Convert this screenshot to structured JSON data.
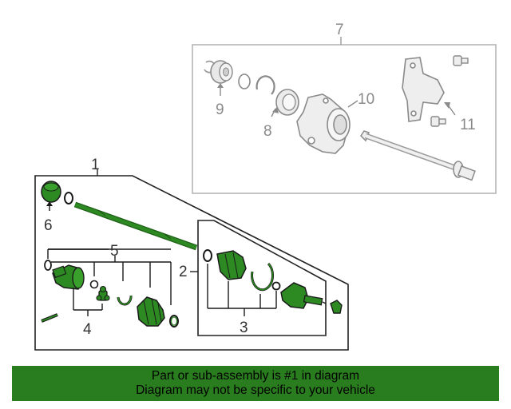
{
  "callouts": {
    "c1": "1",
    "c2": "2",
    "c3": "3",
    "c4": "4",
    "c5": "5",
    "c6": "6",
    "c7": "7",
    "c8": "8",
    "c9": "9",
    "c10": "10",
    "c11": "11"
  },
  "banner": {
    "line1": "Part or sub-assembly is #1 in diagram",
    "line2": "Diagram may not be specific to your vehicle"
  },
  "colors": {
    "highlight_green": "#2d8a22",
    "banner_green": "#2a7d1f",
    "line_gray": "#9a9a9a",
    "part_gray": "#555555"
  }
}
